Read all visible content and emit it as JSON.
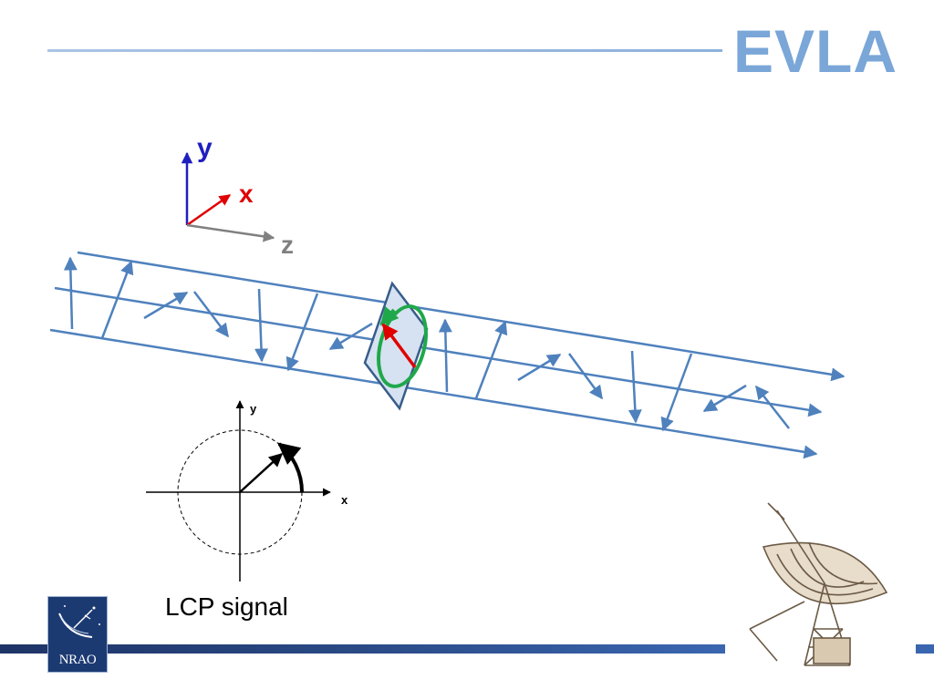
{
  "header": {
    "logo_text": "EVLA"
  },
  "axes3d": {
    "y_label": "y",
    "x_label": "x",
    "z_label": "z"
  },
  "inset": {
    "y_label": "y",
    "x_label": "x"
  },
  "caption": "LCP signal",
  "footer": {
    "logo_text": "NRAO"
  },
  "colors": {
    "beam": "#4f81bd",
    "y_axis": "#1f1fbf",
    "x_axis": "#e00000",
    "z_axis": "#808080",
    "circle": "#1fa84a",
    "vector": "#e00000",
    "brand": "#7aa6d8"
  },
  "icons": {
    "telescope": "radio-telescope-sketch-icon",
    "nrao": "nrao-dish-icon"
  }
}
